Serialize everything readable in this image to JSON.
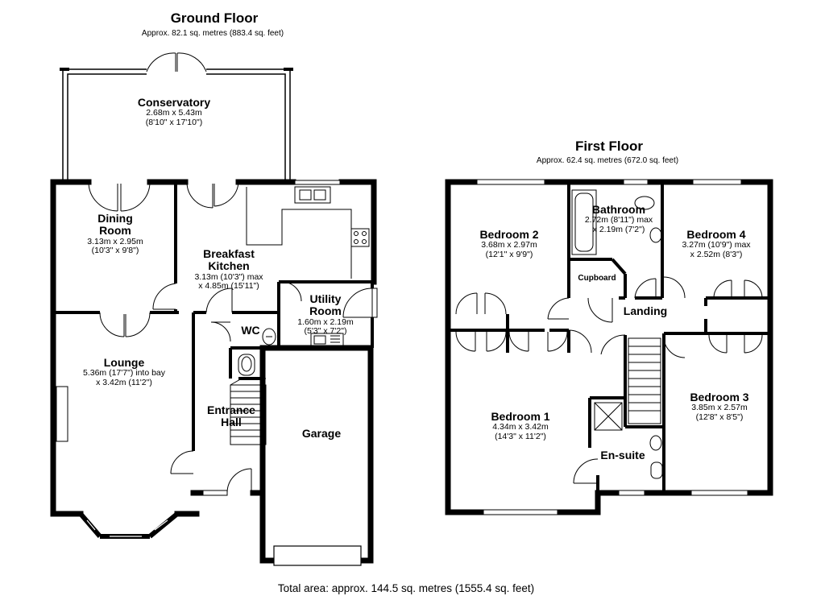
{
  "ground_floor": {
    "title": "Ground Floor",
    "area": "Approx. 82.1 sq. metres (883.4 sq. feet)",
    "rooms": {
      "conservatory": {
        "name": "Conservatory",
        "dim1": "2.68m x 5.43m",
        "dim2": "(8'10\" x 17'10\")"
      },
      "dining_room": {
        "name_line1": "Dining",
        "name_line2": "Room",
        "dim1": "3.13m x 2.95m",
        "dim2": "(10'3\" x 9'8\")"
      },
      "breakfast_kitchen": {
        "name_line1": "Breakfast",
        "name_line2": "Kitchen",
        "dim1": "3.13m (10'3\") max",
        "dim2": "x 4.85m (15'11\")"
      },
      "utility_room": {
        "name_line1": "Utility",
        "name_line2": "Room",
        "dim1": "1.60m x 2.19m",
        "dim2": "(5'3\" x 7'2\")"
      },
      "wc": {
        "name": "WC"
      },
      "lounge": {
        "name": "Lounge",
        "dim1": "5.36m (17'7\") into bay",
        "dim2": "x 3.42m (11'2\")"
      },
      "entrance_hall": {
        "name_line1": "Entrance",
        "name_line2": "Hall"
      },
      "garage": {
        "name": "Garage"
      }
    }
  },
  "first_floor": {
    "title": "First Floor",
    "area": "Approx. 62.4 sq. metres (672.0 sq. feet)",
    "rooms": {
      "bedroom2": {
        "name": "Bedroom 2",
        "dim1": "3.68m x 2.97m",
        "dim2": "(12'1\" x 9'9\")"
      },
      "bathroom": {
        "name": "Bathroom",
        "dim1": "2.72m (8'11\") max",
        "dim2": "x 2.19m (7'2\")"
      },
      "bedroom4": {
        "name": "Bedroom 4",
        "dim1": "3.27m (10'9\") max",
        "dim2": "x 2.52m (8'3\")"
      },
      "cupboard": {
        "name": "Cupboard"
      },
      "landing": {
        "name": "Landing"
      },
      "bedroom1": {
        "name": "Bedroom 1",
        "dim1": "4.34m x 3.42m",
        "dim2": "(14'3\" x 11'2\")"
      },
      "bedroom3": {
        "name": "Bedroom 3",
        "dim1": "3.85m x 2.57m",
        "dim2": "(12'8\" x 8'5\")"
      },
      "ensuite": {
        "name": "En-suite"
      }
    }
  },
  "total_area": "Total area: approx. 144.5 sq. metres (1555.4 sq. feet)"
}
